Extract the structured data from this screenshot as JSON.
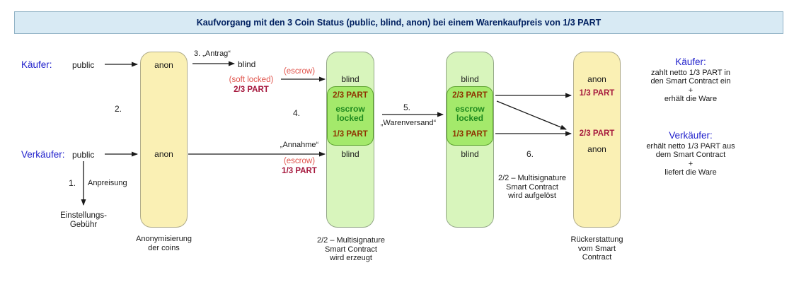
{
  "title": "Kaufvorgang mit den 3 Coin Status (public, blind, anon) bei einem Warenkaufpreis von 1/3 PART",
  "actors": {
    "buyer_label": "Käufer:",
    "buyer_status": "public",
    "seller_label": "Verkäufer:",
    "seller_status": "public"
  },
  "steps": {
    "s1_num": "1.",
    "s1_label": "Anpreisung",
    "s1_result": [
      "Einstellungs-",
      "Gebühr"
    ],
    "s2_num": "2.",
    "s3_label": "3. „Antrag“",
    "s3_status": "blind",
    "s3_note": "(soft locked)",
    "s3_amount": "2/3 PART",
    "s3_escrow": "(escrow)",
    "s4_num": "4.",
    "annahme_label": "„Annahme“",
    "annahme_escrow": "(escrow)",
    "annahme_amount": "1/3 PART",
    "s5_num": "5.",
    "s5_label": "„Warenversand“",
    "s6_num": "6.",
    "s6_caption": [
      "2/2 – Multisignature",
      "Smart Contract",
      "wird aufgelöst"
    ]
  },
  "anon_box": {
    "top_status": "anon",
    "bottom_status": "anon",
    "caption": [
      "Anonymisierung",
      "der coins"
    ]
  },
  "escrow_box1": {
    "top_status": "blind",
    "amount_top": "2/3 PART",
    "lock_label": [
      "escrow",
      "locked"
    ],
    "amount_bottom": "1/3 PART",
    "bottom_status": "blind",
    "caption": [
      "2/2 – Multisignature",
      "Smart Contract",
      "wird erzeugt"
    ]
  },
  "escrow_box2": {
    "top_status": "blind",
    "amount_top": "2/3 PART",
    "lock_label": [
      "escrow",
      "locked"
    ],
    "amount_bottom": "1/3 PART",
    "bottom_status": "blind"
  },
  "result_box": {
    "top_status": "anon",
    "amount_top": "1/3 PART",
    "amount_bottom": "2/3 PART",
    "bottom_status": "anon",
    "caption": [
      "Rückerstattung",
      "vom Smart",
      "Contract"
    ]
  },
  "summary_buyer": {
    "title": "Käufer:",
    "lines": [
      "zahlt netto 1/3 PART in",
      "den Smart Contract ein",
      "+",
      "erhält die Ware"
    ]
  },
  "summary_seller": {
    "title": "Verkäufer:",
    "lines": [
      "erhält netto 1/3 PART aus",
      "dem Smart Contract",
      "+",
      "liefert die Ware"
    ]
  },
  "colors": {
    "title_bg": "#d8eaf4",
    "title_border": "#92b3c6",
    "title_text": "#002060",
    "label_blue": "#2222cc",
    "box_yellow": "#faf0b4",
    "box_yellow_border": "#b0ac8a",
    "box_green": "#d8f5bc",
    "box_green_border": "#93a687",
    "box_green_inner": "#a4e96b",
    "box_green_inner_border": "#5da32f",
    "soft_red": "#e0524a",
    "dark_red": "#a5173c",
    "brown_red": "#8e3300",
    "dark_green": "#1e8a1e",
    "arrow": "#1a1a1a"
  }
}
